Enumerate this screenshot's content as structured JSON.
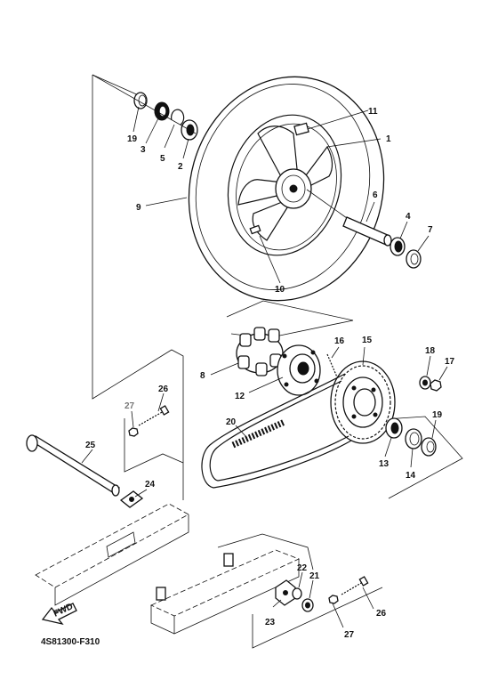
{
  "diagram": {
    "code": "4S81300-F310",
    "fwd_text": "FWD",
    "labels": {
      "p1": "1",
      "p2": "2",
      "p3": "3",
      "p4": "4",
      "p5": "5",
      "p6": "6",
      "p7": "7",
      "p8": "8",
      "p9": "9",
      "p10": "10",
      "p11": "11",
      "p12": "12",
      "p13": "13",
      "p14": "14",
      "p15": "15",
      "p16": "16",
      "p17": "17",
      "p18": "18",
      "p19a": "19",
      "p19b": "19",
      "p20": "20",
      "p21": "21",
      "p22": "22",
      "p23": "23",
      "p24": "24",
      "p25": "25",
      "p26a": "26",
      "p26b": "26",
      "p27a": "27",
      "p27b": "27"
    }
  }
}
